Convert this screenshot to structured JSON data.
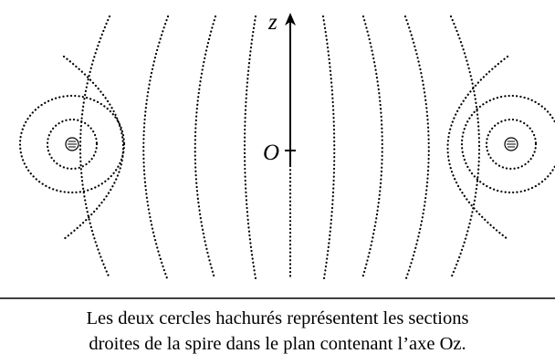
{
  "diagram": {
    "axis_label_z": "z",
    "origin_label": "O"
  },
  "caption": {
    "line1": "Les deux cercles hachurés représentent les sections",
    "line2": "droites de la spire dans le plan contenant l’axe Oz."
  }
}
